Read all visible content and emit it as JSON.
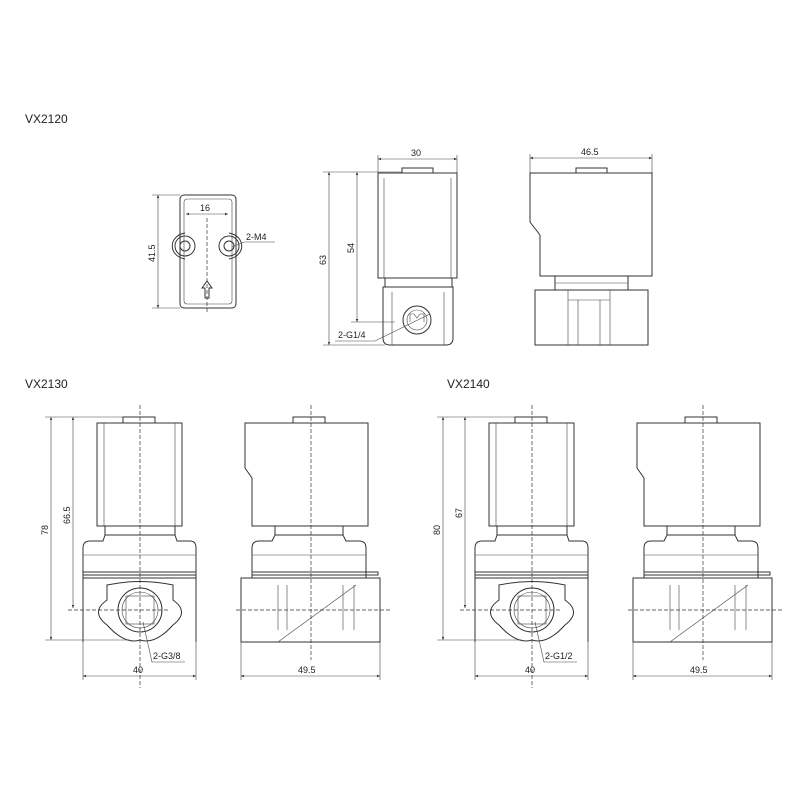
{
  "models": {
    "vx2120": {
      "title": "VX2120",
      "bottom_view": {
        "width_dim": "16",
        "height_dim": "41.5",
        "mount_label": "2-M4"
      },
      "front_view": {
        "width_dim": "30",
        "total_height_dim": "63",
        "coil_height_dim": "54",
        "port_label": "2-G1/4"
      },
      "side_view": {
        "width_dim": "46.5"
      }
    },
    "vx2130": {
      "title": "VX2130",
      "front_view": {
        "total_height_dim": "78",
        "coil_height_dim": "66.5",
        "port_label": "2-G3/8",
        "width_dim": "40"
      },
      "side_view": {
        "width_dim": "49.5"
      }
    },
    "vx2140": {
      "title": "VX2140",
      "front_view": {
        "total_height_dim": "80",
        "coil_height_dim": "67",
        "port_label": "2-G1/2",
        "width_dim": "40"
      },
      "side_view": {
        "width_dim": "49.5"
      }
    }
  }
}
